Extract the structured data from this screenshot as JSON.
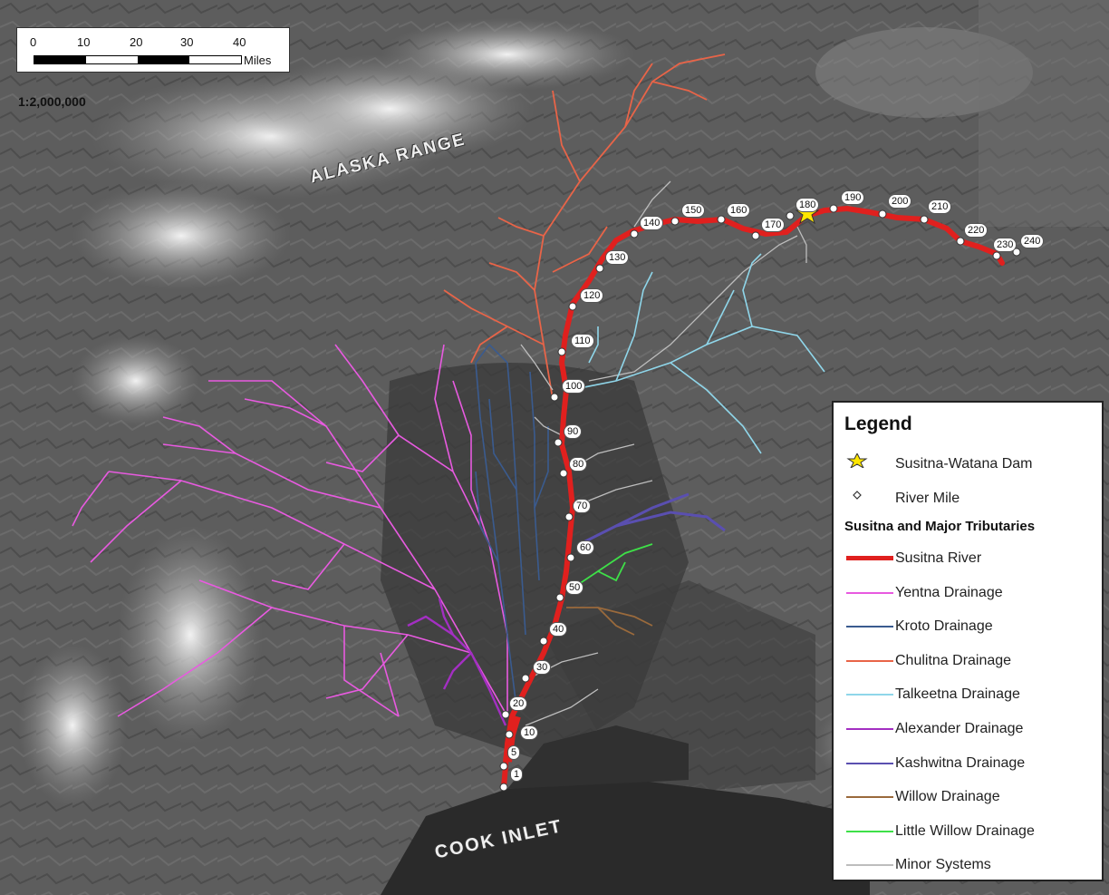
{
  "scale_bar": {
    "ticks": [
      "0",
      "10",
      "20",
      "30",
      "40"
    ],
    "unit": "Miles",
    "ratio": "1:2,000,000"
  },
  "labels": {
    "alaska_range": "ALASKA RANGE",
    "cook_inlet": "COOK INLET"
  },
  "river_miles": [
    "1",
    "5",
    "10",
    "20",
    "30",
    "40",
    "50",
    "60",
    "70",
    "80",
    "90",
    "100",
    "110",
    "120",
    "130",
    "140",
    "150",
    "160",
    "170",
    "180",
    "190",
    "200",
    "210",
    "220",
    "230",
    "240"
  ],
  "legend": {
    "title": "Legend",
    "dam": "Susitna-Watana Dam",
    "river_mile": "River Mile",
    "subtitle": "Susitna and Major Tributaries",
    "items": [
      {
        "label": "Susitna River",
        "color": "#e0201e"
      },
      {
        "label": "Yentna Drainage",
        "color": "#e85ae0"
      },
      {
        "label": "Kroto Drainage",
        "color": "#3a5b8f"
      },
      {
        "label": "Chulitna Drainage",
        "color": "#e86448"
      },
      {
        "label": "Talkeetna Drainage",
        "color": "#8fd6ea"
      },
      {
        "label": "Alexander Drainage",
        "color": "#a32fc2"
      },
      {
        "label": "Kashwitna Drainage",
        "color": "#5a4fb0"
      },
      {
        "label": "Willow Drainage",
        "color": "#9a6a3c"
      },
      {
        "label": "Little Willow Drainage",
        "color": "#3ee048"
      },
      {
        "label": "Minor Systems",
        "color": "#bdbdbd"
      }
    ]
  }
}
